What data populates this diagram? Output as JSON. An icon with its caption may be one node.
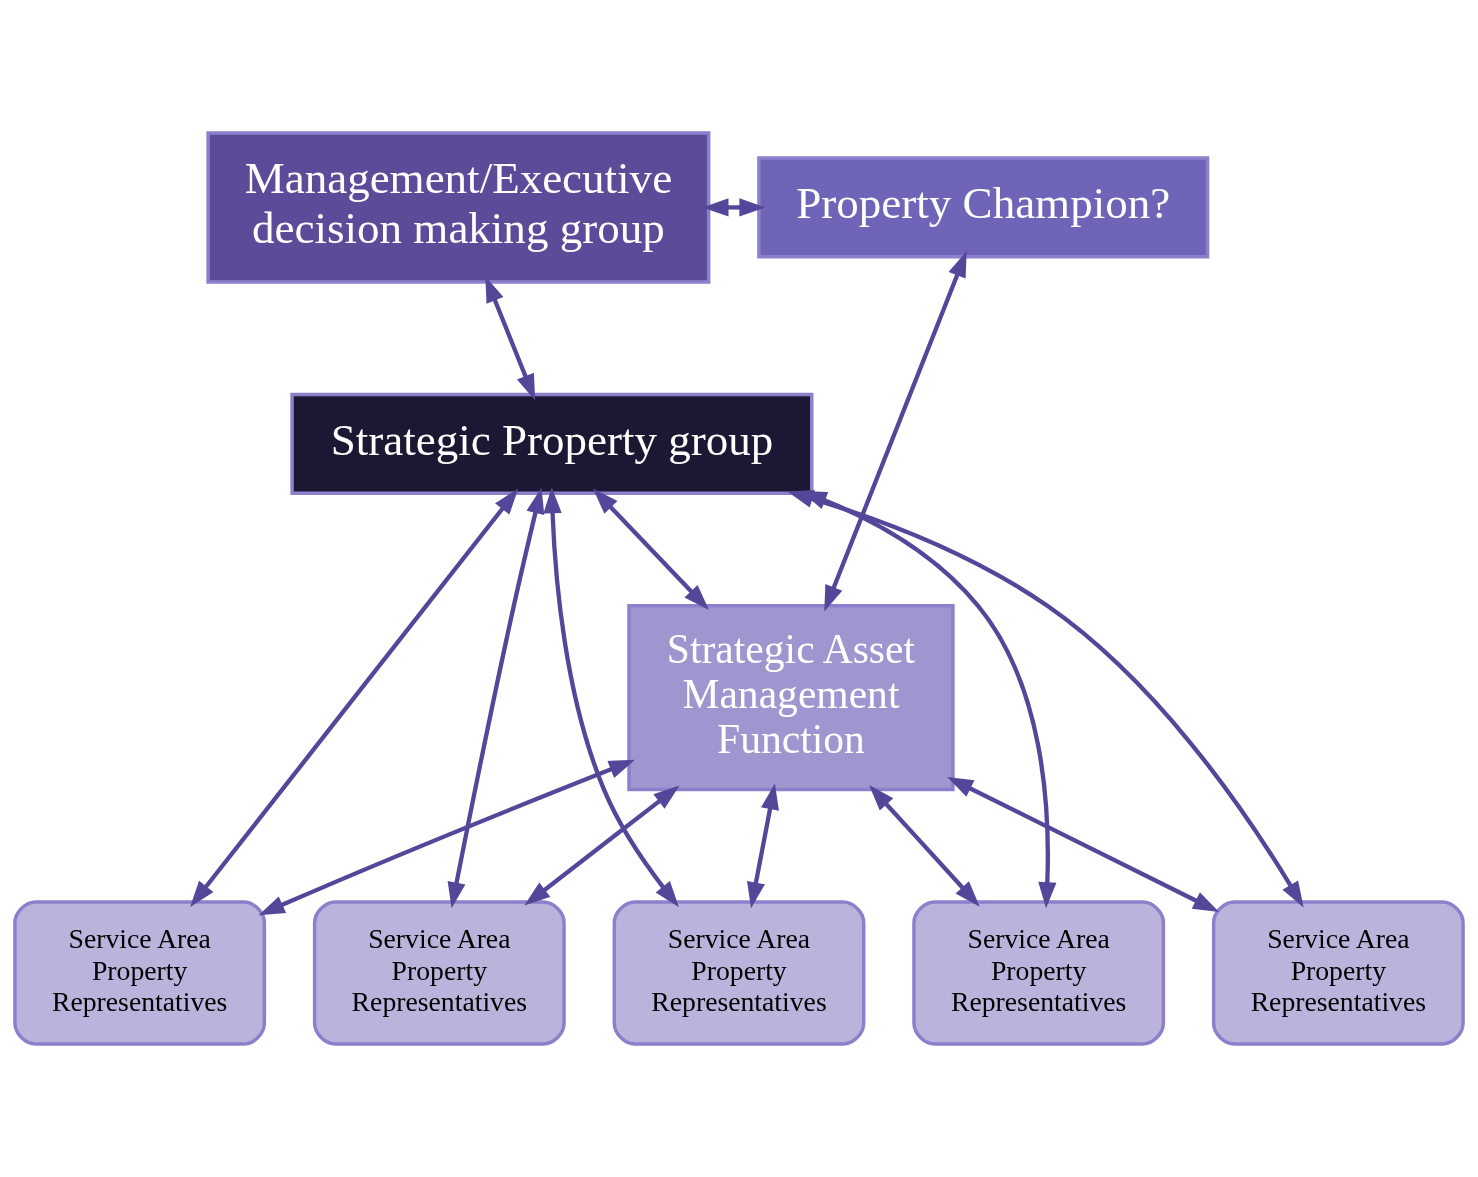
{
  "diagram": {
    "nodes": [
      {
        "text": [
          "Management/Executive decision making group"
        ]
      },
      {
        "text": [
          "Property Champion?"
        ]
      },
      {
        "text": [
          "Strategic Property group"
        ]
      },
      {
        "text": [
          "Strategic Asset Management Function"
        ]
      },
      {
        "text": [
          "Service Area Property Representatives"
        ]
      },
      {
        "text": [
          "Service Area Property Representatives"
        ]
      },
      {
        "text": [
          "Service Area Property Representatives"
        ]
      },
      {
        "text": [
          "Service Area Property Representatives"
        ]
      },
      {
        "text": [
          "Service Area Property Representatives"
        ]
      }
    ],
    "edges": [
      {
        "from": 0,
        "to": 1,
        "arrow": "both"
      },
      {
        "from": 0,
        "to": 2,
        "arrow": "both"
      },
      {
        "from": 1,
        "to": 3,
        "arrow": "both"
      },
      {
        "from": 2,
        "to": 3,
        "arrow": "both"
      },
      {
        "from": 2,
        "to": 4,
        "arrow": "both"
      },
      {
        "from": 2,
        "to": 5,
        "arrow": "both"
      },
      {
        "from": 2,
        "to": 6,
        "arrow": "both"
      },
      {
        "from": 2,
        "to": 7,
        "arrow": "both"
      },
      {
        "from": 2,
        "to": 8,
        "arrow": "both"
      },
      {
        "from": 3,
        "to": 4,
        "arrow": "both"
      },
      {
        "from": 3,
        "to": 5,
        "arrow": "both"
      },
      {
        "from": 3,
        "to": 6,
        "arrow": "both"
      },
      {
        "from": 3,
        "to": 7,
        "arrow": "both"
      },
      {
        "from": 3,
        "to": 8,
        "arrow": "both"
      }
    ]
  }
}
